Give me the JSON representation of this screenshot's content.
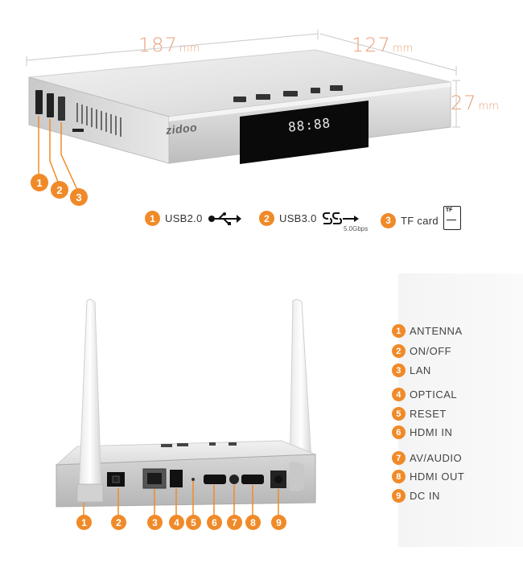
{
  "dimensions": {
    "length": {
      "value": "187",
      "unit": "mm"
    },
    "width": {
      "value": "127",
      "unit": "mm"
    },
    "height": {
      "value": "27",
      "unit": "mm"
    }
  },
  "device": {
    "brand": "zidoo",
    "clock": "88:88"
  },
  "front_callouts": [
    "1",
    "2",
    "3"
  ],
  "front_legend": [
    {
      "num": "1",
      "label": "USB2.0",
      "icon": "usb-icon"
    },
    {
      "num": "2",
      "label": "USB3.0",
      "icon": "usb3-superspeed-icon",
      "caption": "5.0Gbps"
    },
    {
      "num": "3",
      "label": "TF card",
      "icon": "tf-card-icon",
      "icon_text": "TF"
    }
  ],
  "rear_callouts": [
    "1",
    "2",
    "3",
    "4",
    "5",
    "6",
    "7",
    "8",
    "9"
  ],
  "rear_legend": [
    {
      "num": "1",
      "label": "ANTENNA"
    },
    {
      "num": "2",
      "label": "ON/OFF"
    },
    {
      "num": "3",
      "label": "LAN"
    },
    {
      "num": "4",
      "label": "OPTICAL"
    },
    {
      "num": "5",
      "label": "RESET"
    },
    {
      "num": "6",
      "label": "HDMI IN"
    },
    {
      "num": "7",
      "label": "AV/AUDIO"
    },
    {
      "num": "8",
      "label": "HDMI OUT"
    },
    {
      "num": "9",
      "label": "DC IN"
    }
  ],
  "colors": {
    "accent_orange": "#f08a28",
    "dimension_text": "#e9a07a",
    "device_silver": "#d9d9d9",
    "display_black": "#0a0a0a"
  }
}
